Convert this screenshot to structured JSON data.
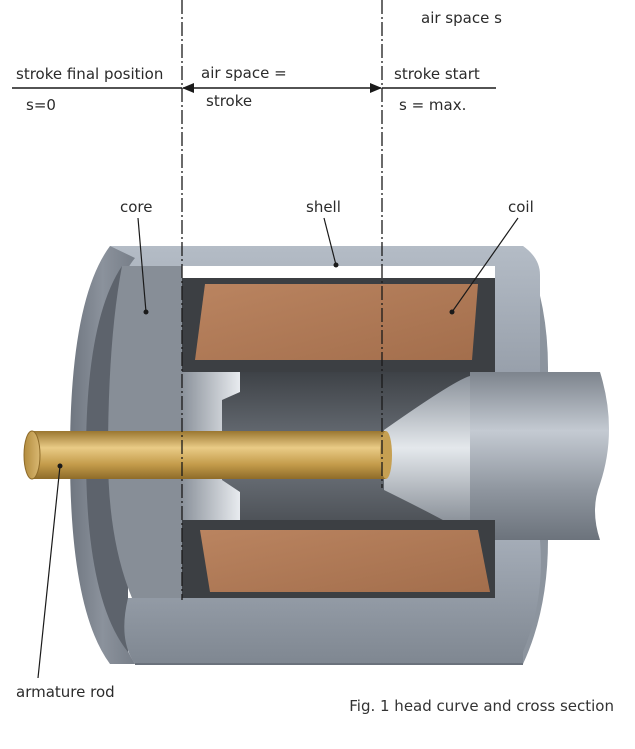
{
  "labels": {
    "air_space_s": "air space s",
    "stroke_final_position": "stroke final position",
    "s_zero": "s=0",
    "air_space_eq": "air space =",
    "stroke": "stroke",
    "stroke_start": "stroke start",
    "s_max": "s = max.",
    "core": "core",
    "shell": "shell",
    "coil": "coil",
    "armature_rod": "armature rod"
  },
  "caption": "Fig. 1 head curve and cross section",
  "colors": {
    "shell": "#9aa2ae",
    "coil": "#b07a56",
    "coil_frame": "#3d4043",
    "core": "#858c95",
    "rod": "#c9a24f",
    "plunger": "#8d949d"
  }
}
